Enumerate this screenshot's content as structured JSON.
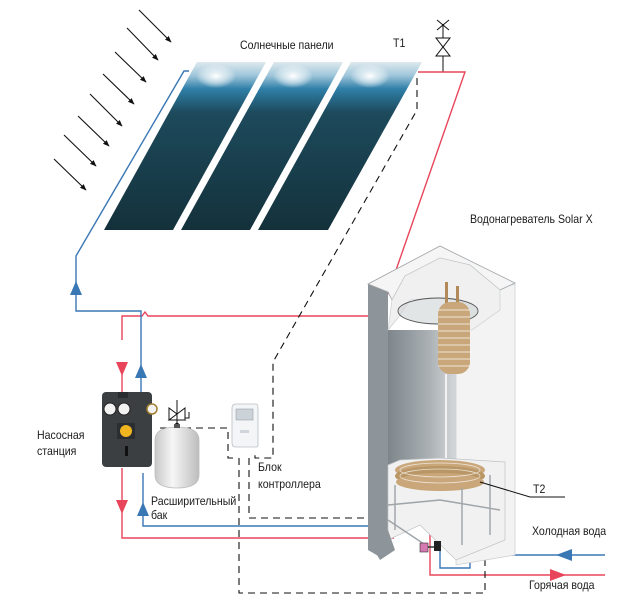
{
  "labels": {
    "solar_panels": "Солнечные панели",
    "t1": "T1",
    "heater": "Водонагреватель Solar X",
    "pump_station_line1": "Насосная",
    "pump_station_line2": "станция",
    "controller_line1": "Блок",
    "controller_line2": "контроллера",
    "expansion_tank_line1": "Расширительный",
    "expansion_tank_line2": "бак",
    "t2": "T2",
    "cold_water": "Холодная вода",
    "hot_water": "Горячая вода"
  },
  "colors": {
    "hot_pipe": "#e8455a",
    "cold_pipe": "#3a78b5",
    "signal_line": "#111111",
    "panel_dark": "#163540",
    "panel_highlight": "#2f7fa8",
    "heater_body": "#f2f2f2",
    "heater_shadow": "#8a9196",
    "coil": "#c9a77a",
    "pump_station": "#3b3f42",
    "tank": "#ececec"
  },
  "components": [
    {
      "id": "solar-panels",
      "count": 3
    },
    {
      "id": "air-vent-valve"
    },
    {
      "id": "pump-station"
    },
    {
      "id": "safety-valve"
    },
    {
      "id": "expansion-tank"
    },
    {
      "id": "controller"
    },
    {
      "id": "water-heater",
      "coils": 2
    },
    {
      "id": "mixing-valve"
    }
  ],
  "sun_rays": 8
}
